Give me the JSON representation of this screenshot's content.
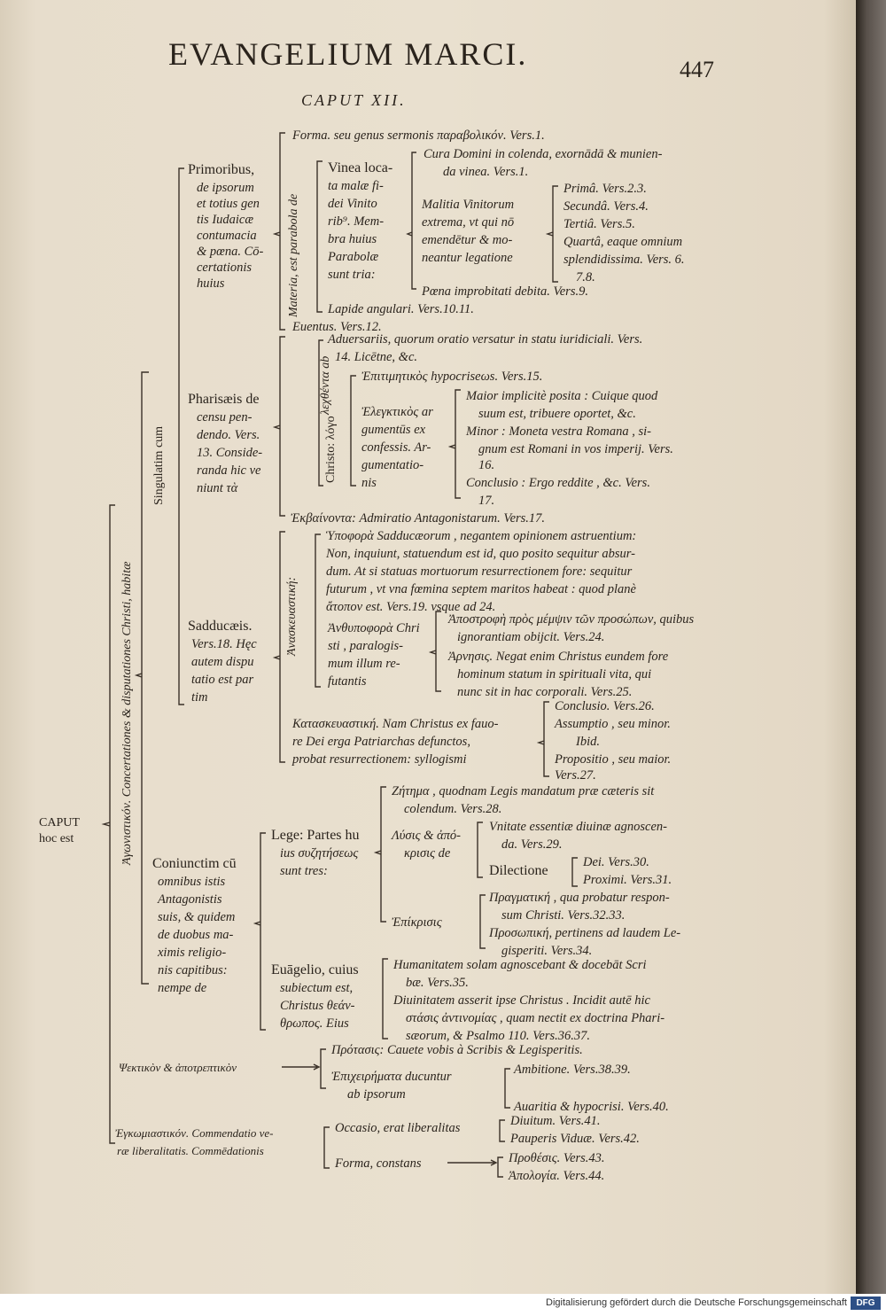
{
  "header": {
    "running_title": "EVANGELIUM MARCI.",
    "page_number": "447",
    "chapter": "CAPUT XII."
  },
  "root": [
    "CAPUT",
    "hoc est"
  ],
  "left_vertical": "Ἀγωνιστικόν. Concertationes & disputationes Christi, habitæ",
  "singulatim": "Singulatim cum",
  "primoribus": {
    "label": [
      "Primoribus,",
      "de ipsorum",
      "et totius gen",
      "tis Iudaicæ",
      "contumacia",
      "& pœna. Cō-",
      "certationis",
      "huius"
    ],
    "forma": "Forma. seu genus sermonis παραβολικόν. Vers.1.",
    "materia_vertical": "Materia, est parabola de",
    "vinea": [
      "Vinea loca-",
      "ta malæ fi-",
      "dei Vinito",
      "rib⁹. Mem-",
      "bra huius",
      "Parabolæ",
      "sunt tria:"
    ],
    "cura": [
      "Cura Domini in colenda, exornādā & munien-",
      "da vinea. Vers.1."
    ],
    "malitia": [
      "Malitia Vinitorum",
      "extrema, vt qui nō",
      "emendētur & mo-",
      "neantur legatione"
    ],
    "missions": [
      "Primâ. Vers.2.3.",
      "Secundâ. Vers.4.",
      "Tertiâ. Vers.5.",
      "Quartâ, eaque omnium",
      "splendidissima. Vers. 6.",
      "7.8."
    ],
    "poena": "Pœna improbitati debita. Vers.9.",
    "lapide": "Lapide angulari. Vers.10.11.",
    "euentus": "Euentus. Vers.12."
  },
  "pharisaeis": {
    "label": [
      "Pharisæis de",
      "censu pen-",
      "dendo. Vers.",
      "13. Conside-",
      "randa hic ve",
      "niunt τὰ"
    ],
    "aduersariis": [
      "Aduersariis, quorum oratio versatur in statu iuridiciali. Vers.",
      "14. Licētne, &c."
    ],
    "lechthenta_vertical": "λεχθέντα ab",
    "christo_vertical": "Christo: λόγο",
    "epitimetikos": "Ἐπιτιμητικὸς hypocriseωs. Vers.15.",
    "elenchus": [
      "Ἐλεγκτικὸς ar",
      "gumentūs ex",
      "confessis. Ar-",
      "gumentatio-",
      "nis"
    ],
    "maior": [
      "Maior implicitè posita : Cuique quod",
      "suum est, tribuere oportet, &c."
    ],
    "minor": [
      "Minor : Moneta vestra Romana , si-",
      "gnum est Romani in vos imperij. Vers.",
      "16."
    ],
    "conclusio": [
      "Conclusio : Ergo reddite , &c. Vers.",
      "17."
    ],
    "ekbainonta": "Ἐκβαίνοντα: Admiratio Antagonistarum. Vers.17."
  },
  "sadducaeis": {
    "label": [
      "Sadducæis.",
      "Vers.18. Hęc",
      "autem dispu",
      "tatio est par",
      "tim"
    ],
    "anaskeuastike_vertical": "Ἀνασκευαστική:",
    "hypophora": [
      "Ὑποφορὰ Sadducæorum , negantem opinionem astruentium:",
      "Non, inquiunt, statuendum est id, quo posito sequitur absur-",
      "dum. At si statuas mortuorum resurrectionem fore: sequitur",
      "futurum , vt vna fœmina septem maritos habeat : quod planè",
      "ἄτοπον est. Vers.19. vsque ad 24."
    ],
    "anthypophora": [
      "Ἀνθυποφορὰ Chri",
      "sti , paralogis-",
      "mum illum re-",
      "futantis"
    ],
    "apostrophe": [
      "Ἀποστροφὴ πρὸς μέμψιν τῶν προσώπων, quibus",
      "ignorantiam obijcit. Vers.24."
    ],
    "arnesis": [
      "Ἀρνησις. Negat enim Christus eundem fore",
      "hominum statum in spirituali vita, qui",
      "nunc sit in hac corporali. Vers.25."
    ],
    "kataskeuastike": [
      "Κατασκευαστική. Nam Christus ex fauo-",
      "re Dei erga Patriarchas defunctos,",
      "probat resurrectionem: syllogismi"
    ],
    "syllogism": [
      "Conclusio. Vers.26.",
      "Assumptio , seu minor.",
      "Ibid.",
      "Propositio , seu maior.",
      "Vers.27."
    ]
  },
  "coniunctim": {
    "label": [
      "Coniunctim cū",
      "omnibus istis",
      "Antagonistis",
      "suis, & quidem",
      "de duobus ma-",
      "ximis religio-",
      "nis capitibus:",
      "nempe de"
    ],
    "lege": [
      "Lege: Partes hu",
      "ius συζητήσεως",
      "sunt tres:"
    ],
    "zetema": [
      "Ζήτημα , quodnam Legis mandatum præ cæteris sit",
      "colendum. Vers.28."
    ],
    "lysis": [
      "Λύσις & ἀπό-",
      "κρισις de"
    ],
    "vnitate": [
      "Vnitate essentiæ diuinæ agnoscen-",
      "da. Vers.29."
    ],
    "dilectione": "Dilectione",
    "dei_proximi": [
      "Dei. Vers.30.",
      "Proximi. Vers.31."
    ],
    "epikrisis": "Ἐπίκρισις",
    "pragmatike": [
      "Πραγματική , qua probatur respon-",
      "sum Christi. Vers.32.33."
    ],
    "prosopike": [
      "Προσωπική, pertinens ad laudem Le-",
      "gisperiti. Vers.34."
    ],
    "euangelio": [
      "Euāgelio, cuius",
      "subiectum est,",
      "Christus θεάν-",
      "θρωπος. Eius"
    ],
    "humanitatem": [
      "Humanitatem solam agnoscebant & docebāt Scri",
      "bæ. Vers.35."
    ],
    "diuinitatem": [
      "Diuinitatem asserit ipse Christus . Incidit autē hic",
      "στάσις ἀντινομίας , quam nectit ex doctrina Phari-",
      "sæorum, & Psalmo 110. Vers.36.37."
    ]
  },
  "psektikon": {
    "label": "Ψεκτικὸν & ἀποτρεπτικὸν",
    "protasis": "Πρότασις: Cauete vobis à Scribis & Legisperitis.",
    "epicheiremata": [
      "Ἐπιχειρήματα ducuntur",
      "ab ipsorum"
    ],
    "ambitione": "Ambitione. Vers.38.39.",
    "auaritia": "Auaritia & hypocrisi. Vers.40."
  },
  "enkomiastikon": {
    "label": [
      "Ἐγκωμιαστικόν. Commendatio ve-",
      "ræ liberalitatis. Commēdationis"
    ],
    "occasio": "Occasio, erat liberalitas",
    "diuitum": "Diuitum. Vers.41.",
    "pauperis": "Pauperis Viduæ. Vers.42.",
    "forma": "Forma, constans",
    "prothesis": "Προθέσις. Vers.43.",
    "apologia": "Ἀπολογία. Vers.44."
  },
  "footer": {
    "note": "Digitalisierung gefördert durch die Deutsche Forschungsgemeinschaft",
    "logo": "DFG"
  }
}
